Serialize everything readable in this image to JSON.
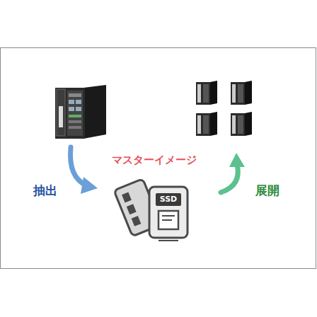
{
  "diagram": {
    "labels": [
      "マスターイメージ",
      "抽出",
      "展開",
      "SSD"
    ]
  }
}
